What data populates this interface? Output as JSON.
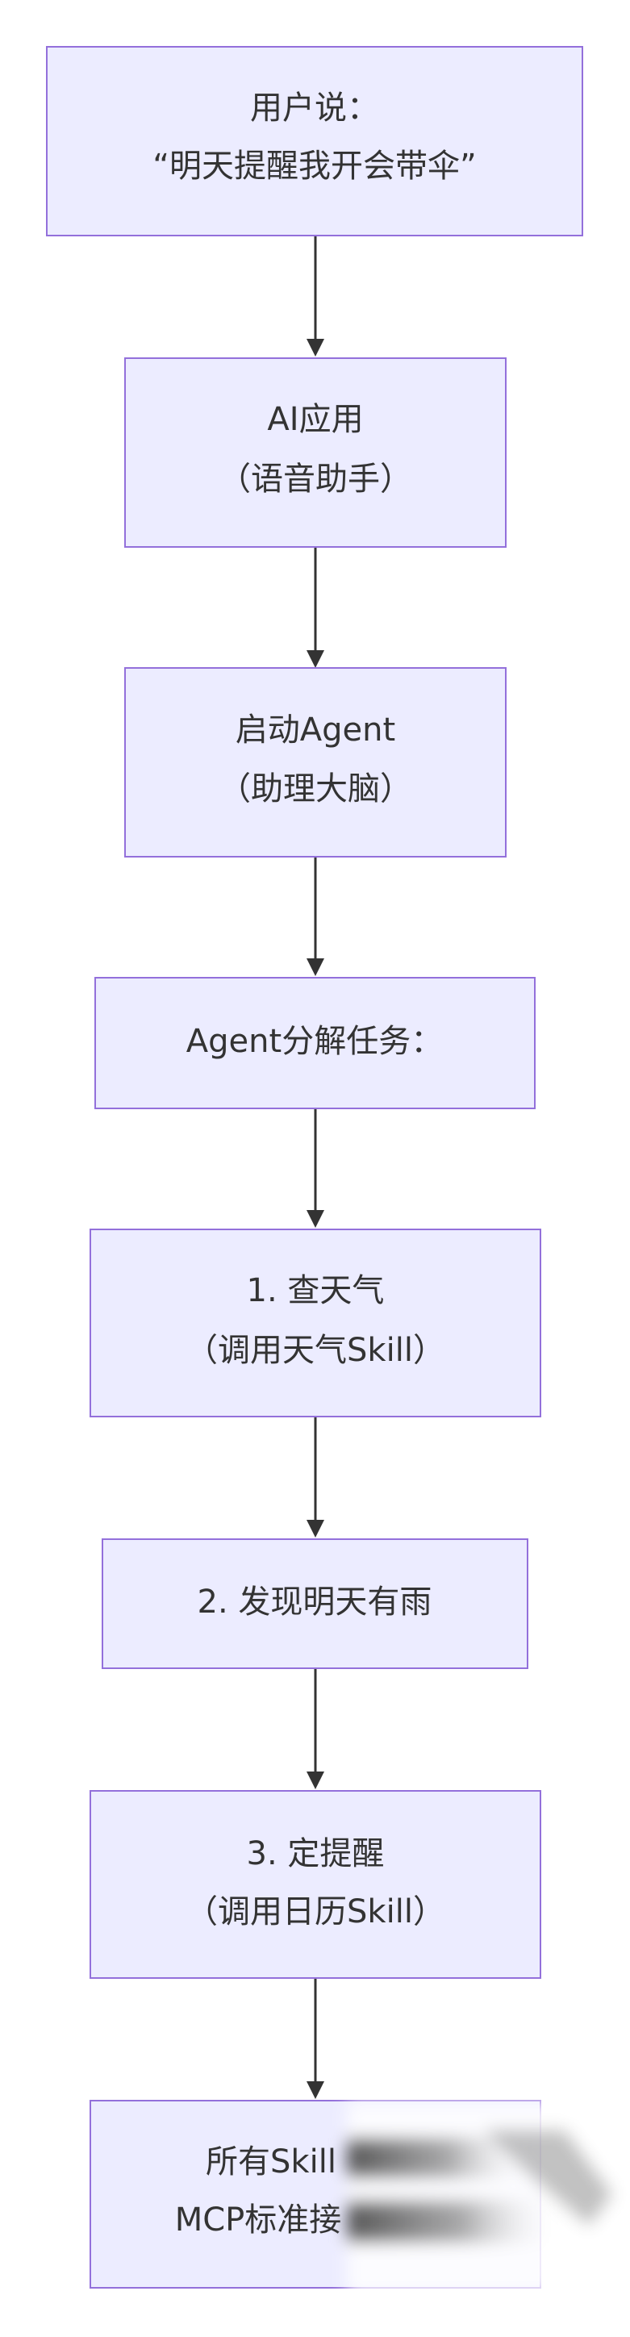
{
  "diagram": {
    "nodes": [
      {
        "id": "user-says",
        "lines": [
          "用户说：",
          "“明天提醒我开会带伞”"
        ]
      },
      {
        "id": "ai-app",
        "lines": [
          "AI应用",
          "（语音助手）"
        ]
      },
      {
        "id": "start-agent",
        "lines": [
          "启动Agent",
          "（助理大脑）"
        ]
      },
      {
        "id": "agent-decompose",
        "lines": [
          "Agent分解任务："
        ]
      },
      {
        "id": "check-weather",
        "lines": [
          "1. 查天气",
          "（调用天气Skill）"
        ]
      },
      {
        "id": "found-rain",
        "lines": [
          "2. 发现明天有雨"
        ]
      },
      {
        "id": "set-reminder",
        "lines": [
          "3. 定提醒",
          "（调用日历Skill）"
        ]
      },
      {
        "id": "all-skills-mcp",
        "lines": [
          "所有Skill",
          "MCP标准接"
        ]
      }
    ],
    "edges": [
      {
        "from": "user-says",
        "to": "ai-app"
      },
      {
        "from": "ai-app",
        "to": "start-agent"
      },
      {
        "from": "start-agent",
        "to": "agent-decompose"
      },
      {
        "from": "agent-decompose",
        "to": "check-weather"
      },
      {
        "from": "check-weather",
        "to": "found-rain"
      },
      {
        "from": "found-rain",
        "to": "set-reminder"
      },
      {
        "from": "set-reminder",
        "to": "all-skills-mcp"
      }
    ]
  }
}
